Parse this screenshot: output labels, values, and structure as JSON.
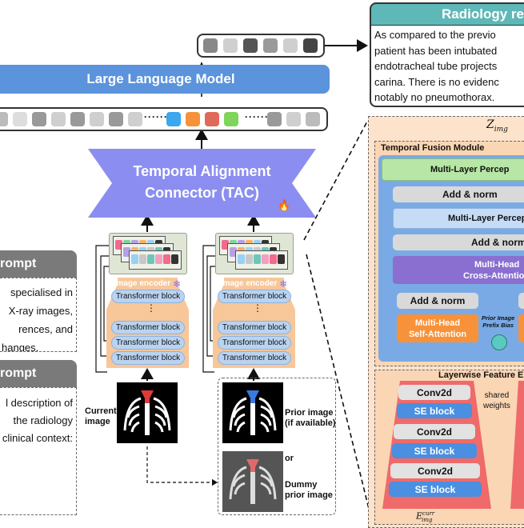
{
  "llm": {
    "title": "Large Language Model"
  },
  "tac": {
    "line1": "Temporal Alignment",
    "line2": "Connector (TAC)"
  },
  "report": {
    "title": "Radiology re",
    "lines": [
      "As compared to the previo",
      "patient has been intubated",
      "endotracheal tube projects",
      "carina. There is no evidenc",
      "notably no pneumothorax."
    ]
  },
  "system_prompt": {
    "title": "rompt",
    "lines": [
      "specialised in",
      "X-ray images,",
      "rences,      and",
      "hanges."
    ]
  },
  "user_prompt": {
    "title": "rompt",
    "lines": [
      "l description of",
      "the    radiology",
      "clinical context:"
    ]
  },
  "encoder_left": {
    "title": "Image encoder",
    "blocks": [
      "Transformer block",
      "Transformer block",
      "Transformer block",
      "Transformer block"
    ]
  },
  "encoder_right": {
    "title": "Image encoder",
    "blocks": [
      "Transformer block",
      "Transformer block",
      "Transformer block",
      "Transformer block"
    ]
  },
  "images": {
    "current": "Current\nimage",
    "prior": "Prior image\n(if available)",
    "or": "or",
    "dummy": "Dummy\nprior image"
  },
  "fusion": {
    "z_img_label": "Z",
    "z_img_sub": "img",
    "module_title": "Temporal Fusion Module",
    "mlp1": "Multi-Layer Percep",
    "add_norm1": "Add & norm",
    "mlp2": "Multi-Layer Percep",
    "add_norm2": "Add & norm",
    "cross_attn_line1": "Multi-Head",
    "cross_attn_line2": "Cross-Attentio",
    "add_norm3": "Add & norm",
    "self_attn_line1": "Multi-Head",
    "self_attn_line2": "Self-Attention",
    "prior_bias_line1": "Prior Image",
    "prior_bias_line2": "Prefix Bias",
    "lfe_title": "Layerwise Feature E",
    "conv1": "Conv2d",
    "se1": "SE block",
    "conv2": "Conv2d",
    "se2": "SE block",
    "conv3": "Conv2d",
    "se3": "SE block",
    "shared_line1": "shared",
    "shared_line2": "weights",
    "e_label": "E",
    "e_sup": "curr",
    "e_sub": "img"
  },
  "colors": {
    "llm_blue": "#5b93dc",
    "tac_purple": "#8b8ef0",
    "report_teal": "#5fb8b8",
    "fusion_blue": "#7aaae6",
    "mlp_green": "#b8e6a6",
    "cross_purple": "#8a6fd0",
    "self_orange": "#f7923a",
    "encoder_peach": "#f7c79a",
    "pyramid_red": "#ef6a6a",
    "outer_peach": "#fde3cc"
  },
  "tokens": {
    "output_row": [
      "#888888",
      "#cfcfcf",
      "#555555",
      "#9a9a9a",
      "#cfcfcf",
      "#444444"
    ],
    "input_row_left": [
      "#bbbbbb",
      "#dddddd",
      "#999999",
      "#cfcfcf",
      "#999999",
      "#cfcfcf",
      "#999999",
      "#cfcfcf"
    ],
    "input_row_mid": [
      "#3aa7ef",
      "#f7923a",
      "#e06a5a",
      "#7fd45a"
    ],
    "input_row_right": [
      "#999999",
      "#cfcfcf",
      "#bbbbbb"
    ]
  }
}
